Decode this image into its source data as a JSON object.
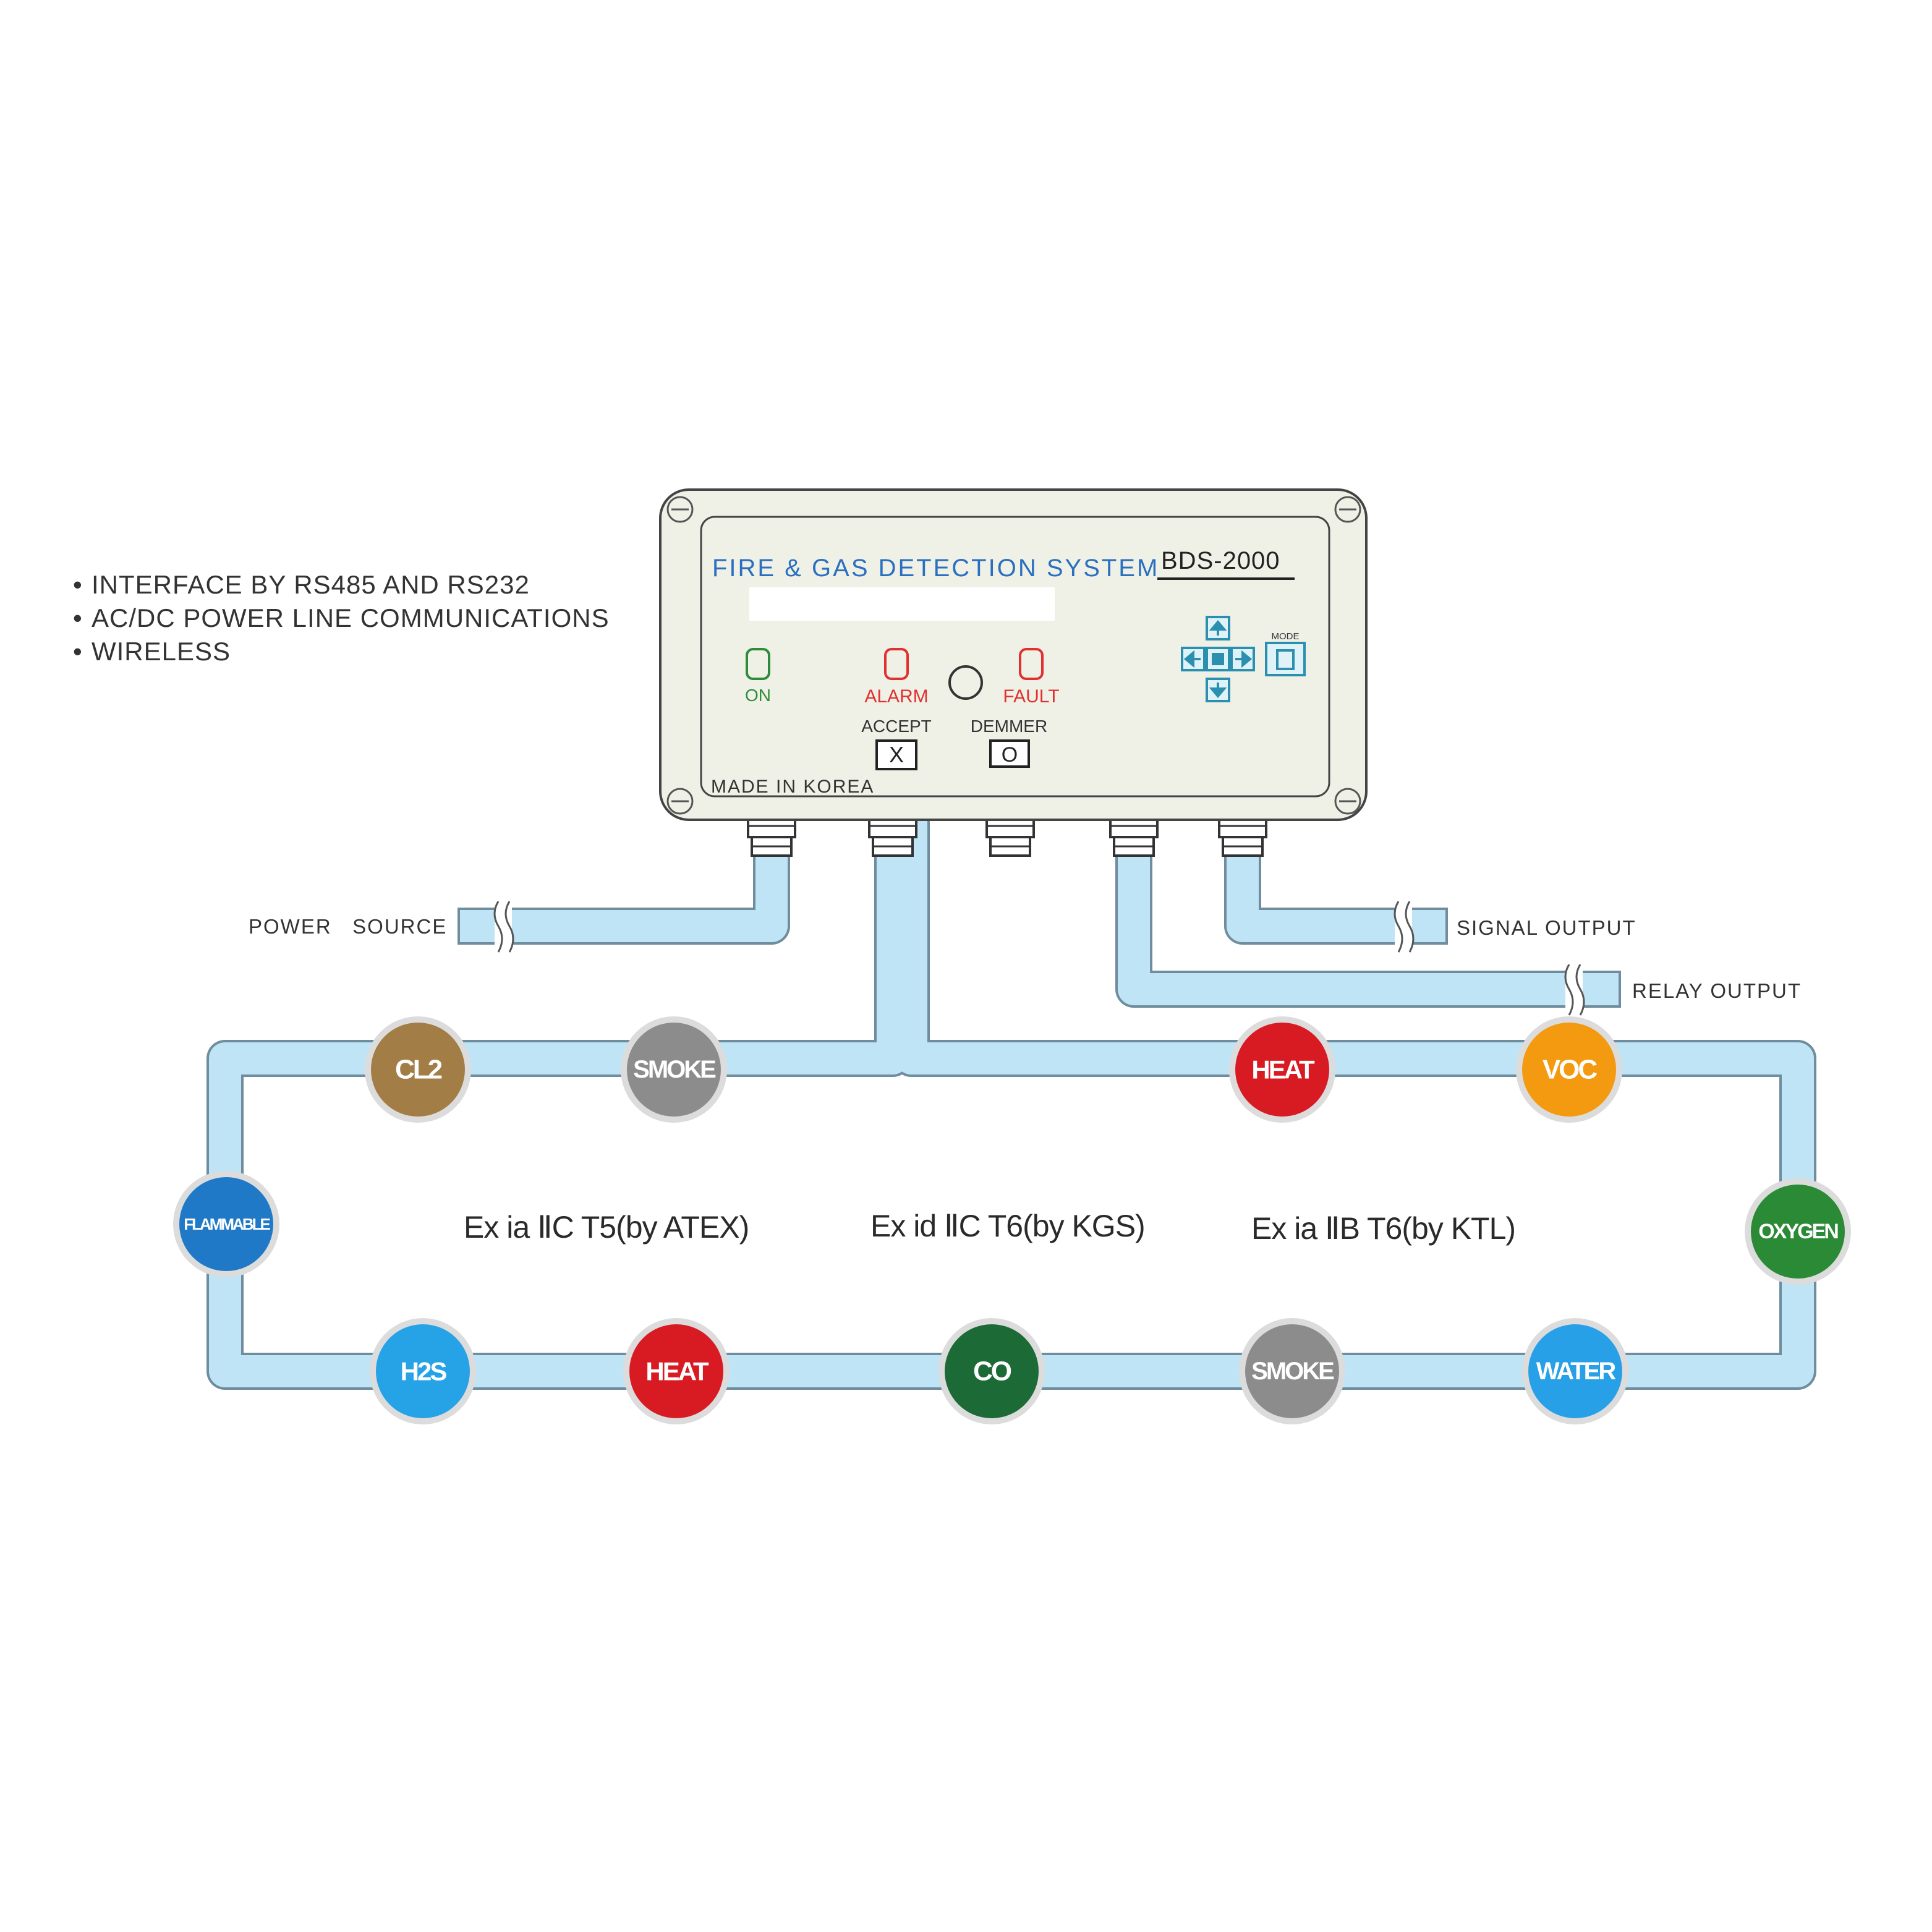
{
  "features": [
    "INTERFACE BY RS485 AND RS232",
    "AC/DC POWER LINE COMMUNICATIONS",
    "WIRELESS"
  ],
  "panel": {
    "title": "FIRE & GAS DETECTION SYSTEM",
    "model": "BDS-2000",
    "on_label": "ON",
    "alarm_label": "ALARM",
    "fault_label": "FAULT",
    "accept_label": "ACCEPT",
    "accept_key": "X",
    "demmer_label": "DEMMER",
    "demmer_key": "O",
    "mode_label": "MODE",
    "made_in": "MADE IN KOREA"
  },
  "lines": {
    "power_source": "POWER   SOURCE",
    "signal_output": "SIGNAL OUTPUT",
    "relay_output": "RELAY OUTPUT"
  },
  "certifications": [
    "Ex ia ⅡC T5(by ATEX)",
    "Ex id ⅡC T6(by KGS)",
    "Ex ia ⅡB T6(by KTL)"
  ],
  "sensors": [
    {
      "label": "CL2",
      "color": "#a27d45"
    },
    {
      "label": "SMOKE",
      "color": "#8c8c8c"
    },
    {
      "label": "HEAT",
      "color": "#d81a22"
    },
    {
      "label": "VOC",
      "color": "#f39a10"
    },
    {
      "label": "FLAMMABLE",
      "color": "#1f79c6"
    },
    {
      "label": "OXYGEN",
      "color": "#2b8a36"
    },
    {
      "label": "H2S",
      "color": "#26a2e6"
    },
    {
      "label": "HEAT",
      "color": "#d81a22"
    },
    {
      "label": "CO",
      "color": "#1c6a36"
    },
    {
      "label": "SMOKE",
      "color": "#8c8c8c"
    },
    {
      "label": "WATER",
      "color": "#28a0e8"
    }
  ],
  "colors": {
    "panel_fill": "#f0f1e6",
    "pipe_fill": "#bfe4f6",
    "title_blue": "#2a6fc0",
    "alarm_red": "#e03030",
    "on_green": "#2e8b3a"
  }
}
